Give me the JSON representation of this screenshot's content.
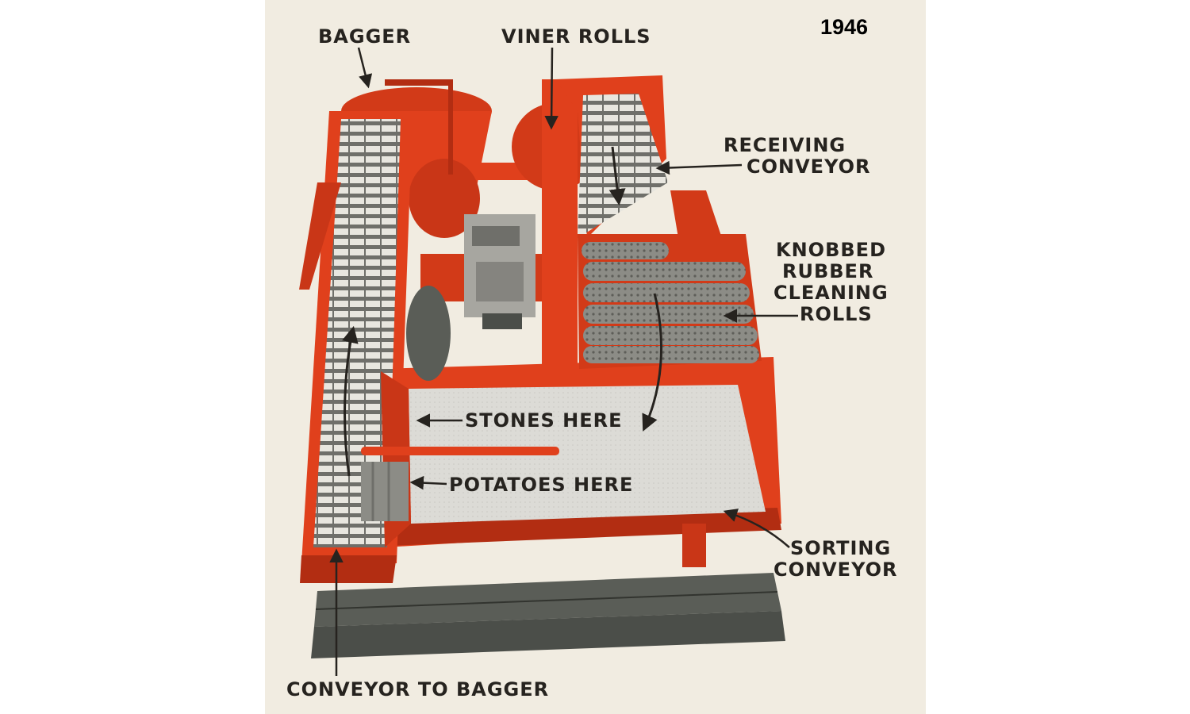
{
  "year": "1946",
  "labels": {
    "bagger": "BAGGER",
    "viner_rolls": "VINER ROLLS",
    "receiving_conveyor": [
      "RECEIVING",
      "CONVEYOR"
    ],
    "knobbed_rubber_cleaning_rolls": [
      "KNOBBED",
      "RUBBER",
      "CLEANING",
      "ROLLS"
    ],
    "stones_here": "STONES HERE",
    "potatoes_here": "POTATOES HERE",
    "sorting_conveyor": [
      "SORTING",
      "CONVEYOR"
    ],
    "conveyor_to_bagger": "CONVEYOR TO BAGGER"
  },
  "colors": {
    "machine_red": "#e0401c",
    "machine_dark_red": "#b22d12",
    "paper": "#f1ece1",
    "rollers_gray": "#8c8c86",
    "plank_gray": "#5a5d57",
    "label_ink": "#26231f"
  }
}
